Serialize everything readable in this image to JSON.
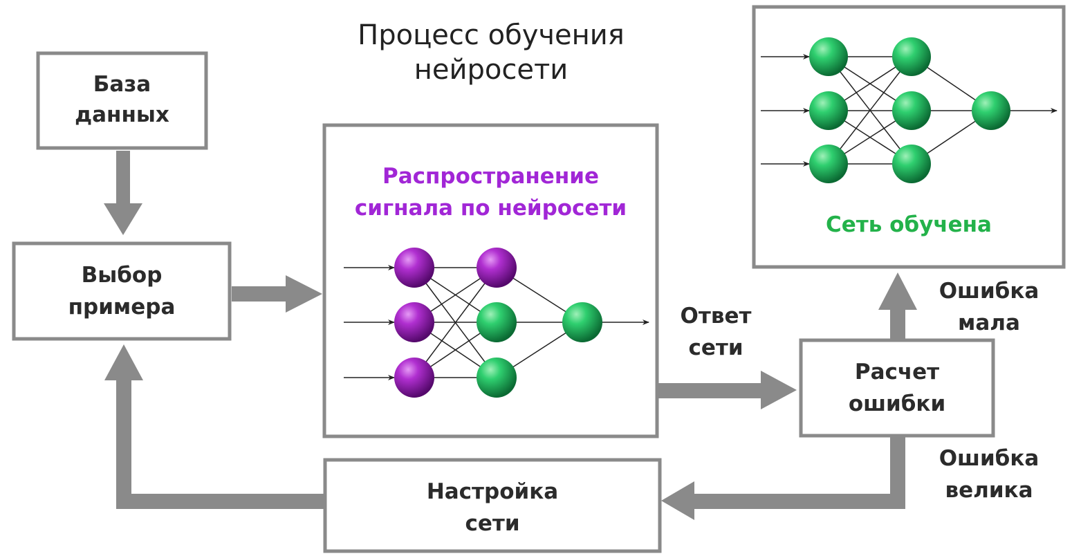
{
  "title": [
    "Процесс обучения",
    "нейросети"
  ],
  "boxes": {
    "database": [
      "База",
      "данных"
    ],
    "select_sample": [
      "Выбор",
      "примера"
    ],
    "propagation": [
      "Распространение",
      "сигнала по нейросети"
    ],
    "trained": "Сеть обучена",
    "error_calc": [
      "Расчет",
      "ошибки"
    ],
    "tune_net": [
      "Настройка",
      "сети"
    ]
  },
  "edge_labels": {
    "net_answer": [
      "Ответ",
      "сети"
    ],
    "error_small": [
      "Ошибка",
      "мала"
    ],
    "error_large": [
      "Ошибка",
      "велика"
    ]
  },
  "colors": {
    "box_border": "#8a8a8a",
    "arrow": "#8a8a8a",
    "text": "#2b2b2b",
    "propagation_text": "#a126d6",
    "trained_text": "#23b24a",
    "neuron_green": "#1fa45a",
    "neuron_purple": "#8e1ea8"
  }
}
